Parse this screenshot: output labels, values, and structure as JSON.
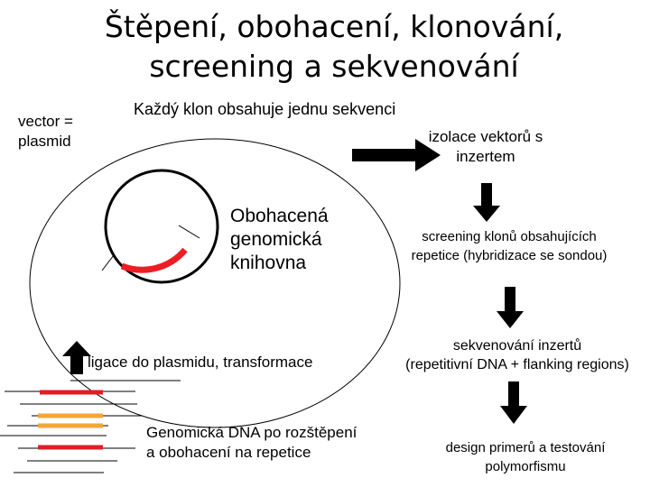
{
  "title": {
    "line1": "Štěpení, obohacení, klonování,",
    "line2": "screening a sekvenování"
  },
  "vector_label": {
    "line1": "vector =",
    "line2": "plasmid"
  },
  "clone_note": "Každý klon obsahuje jednu sekvenci",
  "library_label": {
    "line1": "Obohacená",
    "line2": "genomická",
    "line3": "knihovna"
  },
  "ligation_label": "ligace do plasmidu, transformace",
  "genomic_label": {
    "line1": "Genomická DNA po rozštěpení",
    "line2": "a obohacení na repetice"
  },
  "workflow": {
    "step1": {
      "line1": "izolace vektorů s",
      "line2": "inzertem"
    },
    "step2": {
      "line1": "screening klonů obsahujících",
      "line2": "repetice (hybridizace se sondou)"
    },
    "step3": {
      "line1": "sekvenování inzertů",
      "line2": "(repetitivní DNA + flanking regions)"
    },
    "step4": {
      "line1": "design primerů a testování",
      "line2": "polymorfismu"
    }
  },
  "colors": {
    "insert_red": "#ee1c24",
    "fragment_red": "#dd1f26",
    "fragment_orange": "#f4a63a",
    "arrow": "#000000"
  }
}
